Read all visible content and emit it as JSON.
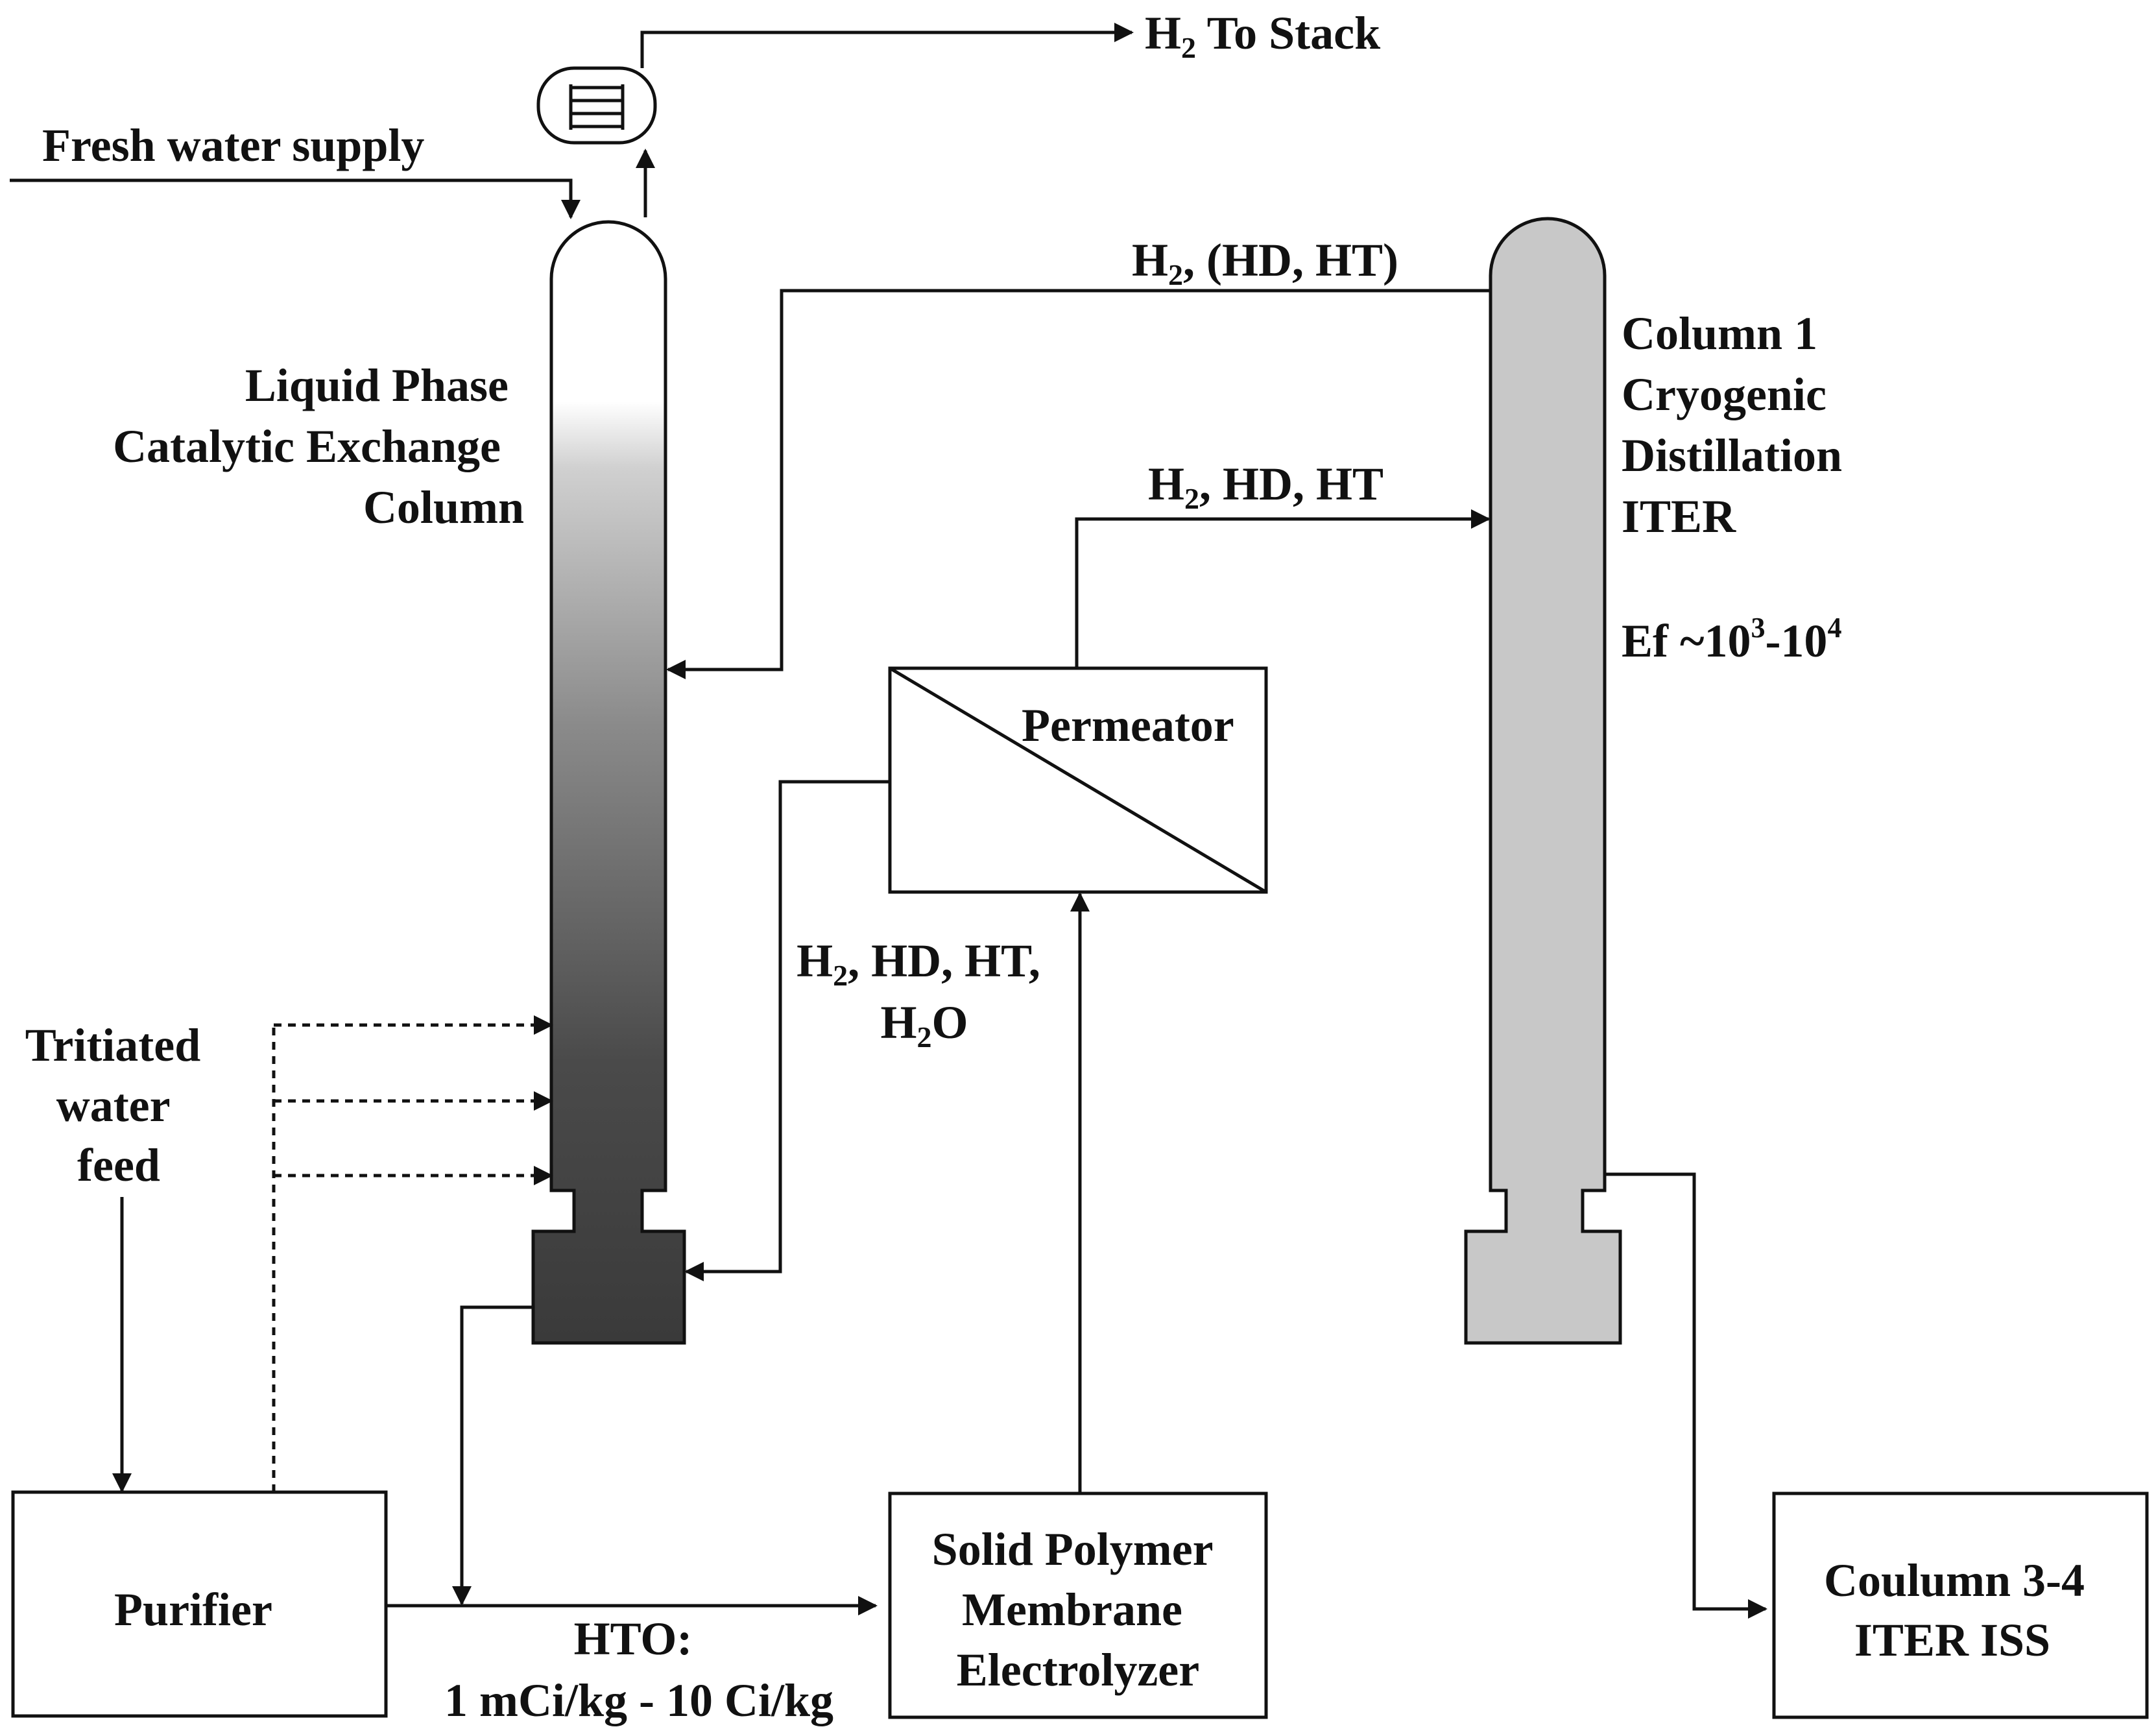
{
  "labels": {
    "h2_to_stack": {
      "main": "H",
      "sub": "2",
      "tail": " To Stack"
    },
    "fresh_water_supply": "Fresh water supply",
    "lpce_column": [
      "Liquid Phase",
      "Catalytic Exchange",
      "Column"
    ],
    "top_return_stream": {
      "main": "H",
      "sub": "2",
      "tail": ", (HD, HT)"
    },
    "cd_column": [
      "Column 1",
      "Cryogenic",
      "Distillation",
      "ITER"
    ],
    "enrichment_factor": {
      "main": "Ef ~10",
      "sup1": "3",
      "mid": "-10",
      "sup2": "4"
    },
    "permeate_stream": {
      "main": "H",
      "sub": "2",
      "tail": ", HD, HT"
    },
    "permeator": "Permeator",
    "electrolyzer_gas": {
      "line1_main": "H",
      "line1_sub": "2",
      "line1_tail": ", HD, HT,",
      "line2_main": "H",
      "line2_sub": "2",
      "line2_tail": "O"
    },
    "tritiated_water_feed": [
      "Tritiated",
      "water",
      "feed"
    ],
    "purifier": "Purifier",
    "hto_stream": [
      "HTO:",
      "1 mCi/kg - 10 Ci/kg"
    ],
    "electrolyzer": [
      "Solid Polymer",
      "Membrane",
      "Electrolyzer"
    ],
    "iss": [
      "Coulumn 3-4",
      "ITER ISS"
    ]
  },
  "colors": {
    "lpce_top": "#ffffff",
    "lpce_bottom": "#3a3a3a",
    "lpce_sump": "#3a3a3a",
    "cd_column_fill": "#c8c8c8",
    "line": "#111111"
  },
  "icons": {
    "condenser": "heat-exchanger-icon"
  }
}
